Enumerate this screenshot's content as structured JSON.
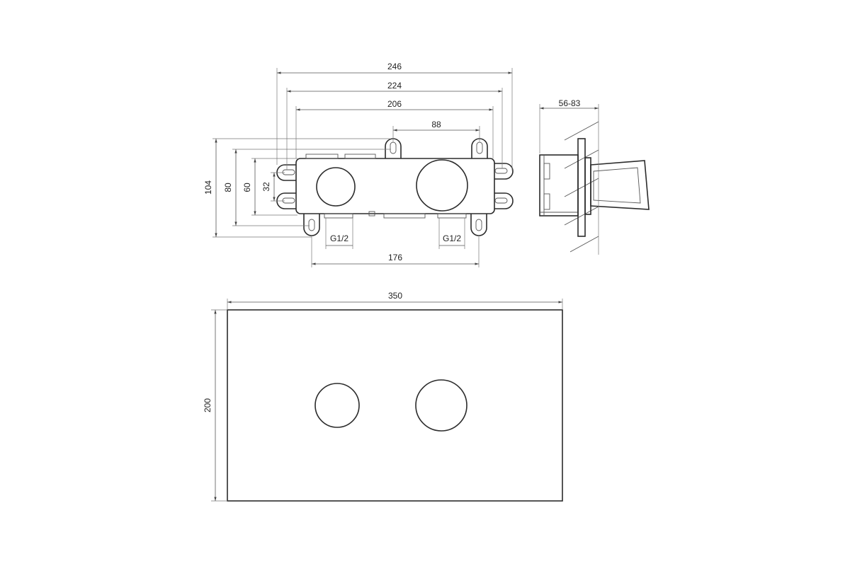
{
  "top_view": {
    "width_246": "246",
    "width_224": "224",
    "width_206": "206",
    "spacing_88": "88",
    "height_104": "104",
    "height_80": "80",
    "height_60": "60",
    "height_32": "32",
    "thread_left": "G1/2",
    "thread_right": "G1/2",
    "spacing_176": "176"
  },
  "side_view": {
    "depth": "56-83"
  },
  "front_view": {
    "width": "350",
    "height": "200"
  },
  "colors": {
    "line": "#2b2b2b",
    "background": "#ffffff"
  }
}
